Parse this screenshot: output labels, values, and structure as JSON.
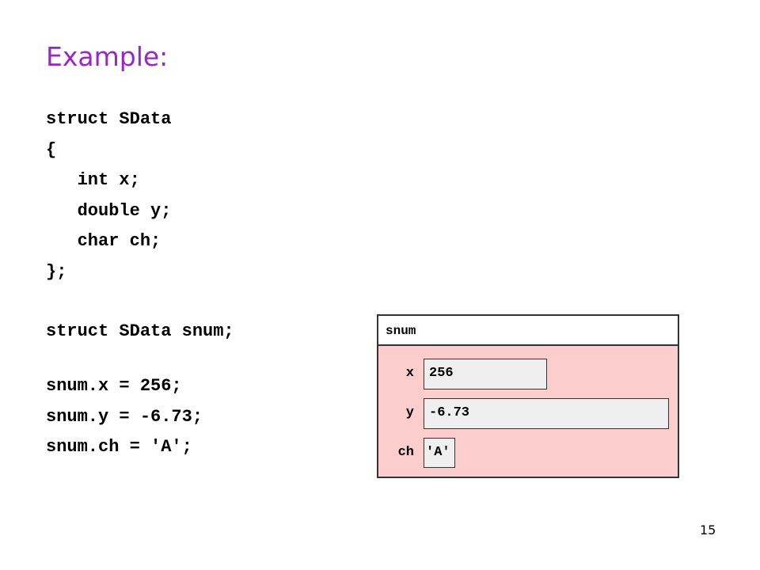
{
  "slide": {
    "title": "Example:",
    "code_lines": [
      "struct SData",
      "{",
      "   int x;",
      "   double y;",
      "   char ch;",
      "};",
      "struct SData snum;",
      "snum.x = 256;",
      "snum.y = -6.73;",
      "snum.ch = 'A';"
    ],
    "page_number": "15"
  },
  "memory": {
    "name": "snum",
    "background_color": "#fbcdcd",
    "fields": [
      {
        "label": "x",
        "value": "256"
      },
      {
        "label": "y",
        "value": "-6.73"
      },
      {
        "label": "ch",
        "value": "'A'"
      }
    ]
  }
}
